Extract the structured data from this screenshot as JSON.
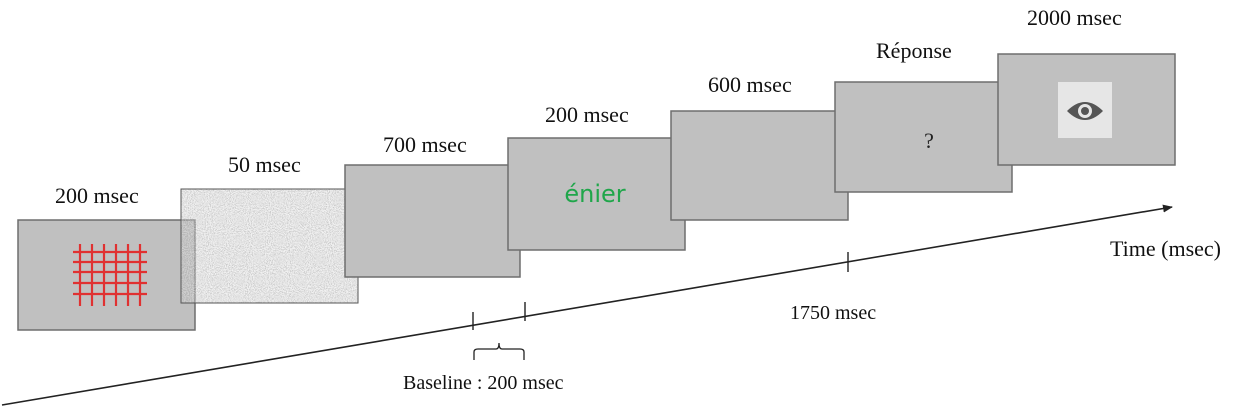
{
  "colors": {
    "screen_fill": "#c0c0c0",
    "screen_border": "#6e6e6e",
    "grid_red": "#e03131",
    "word_green": "#1fa64a",
    "axis": "#222222",
    "eye_bg": "#e6e6e6",
    "eye": "#555555"
  },
  "screens": [
    {
      "label": "200 msec",
      "content": "red-grid"
    },
    {
      "label": "50 msec",
      "content": "noise-mask"
    },
    {
      "label": "700 msec",
      "content": "blank"
    },
    {
      "label": "200 msec",
      "content": "word",
      "word": "énier"
    },
    {
      "label": "600 msec",
      "content": "blank"
    },
    {
      "label": "Réponse",
      "content": "question-mark",
      "symbol": "?"
    },
    {
      "label": "2000 msec",
      "content": "eye-icon"
    }
  ],
  "timeline": {
    "axis_label": "Time (msec)",
    "tick_label": "1750 msec",
    "baseline_label": "Baseline : 200 msec"
  }
}
